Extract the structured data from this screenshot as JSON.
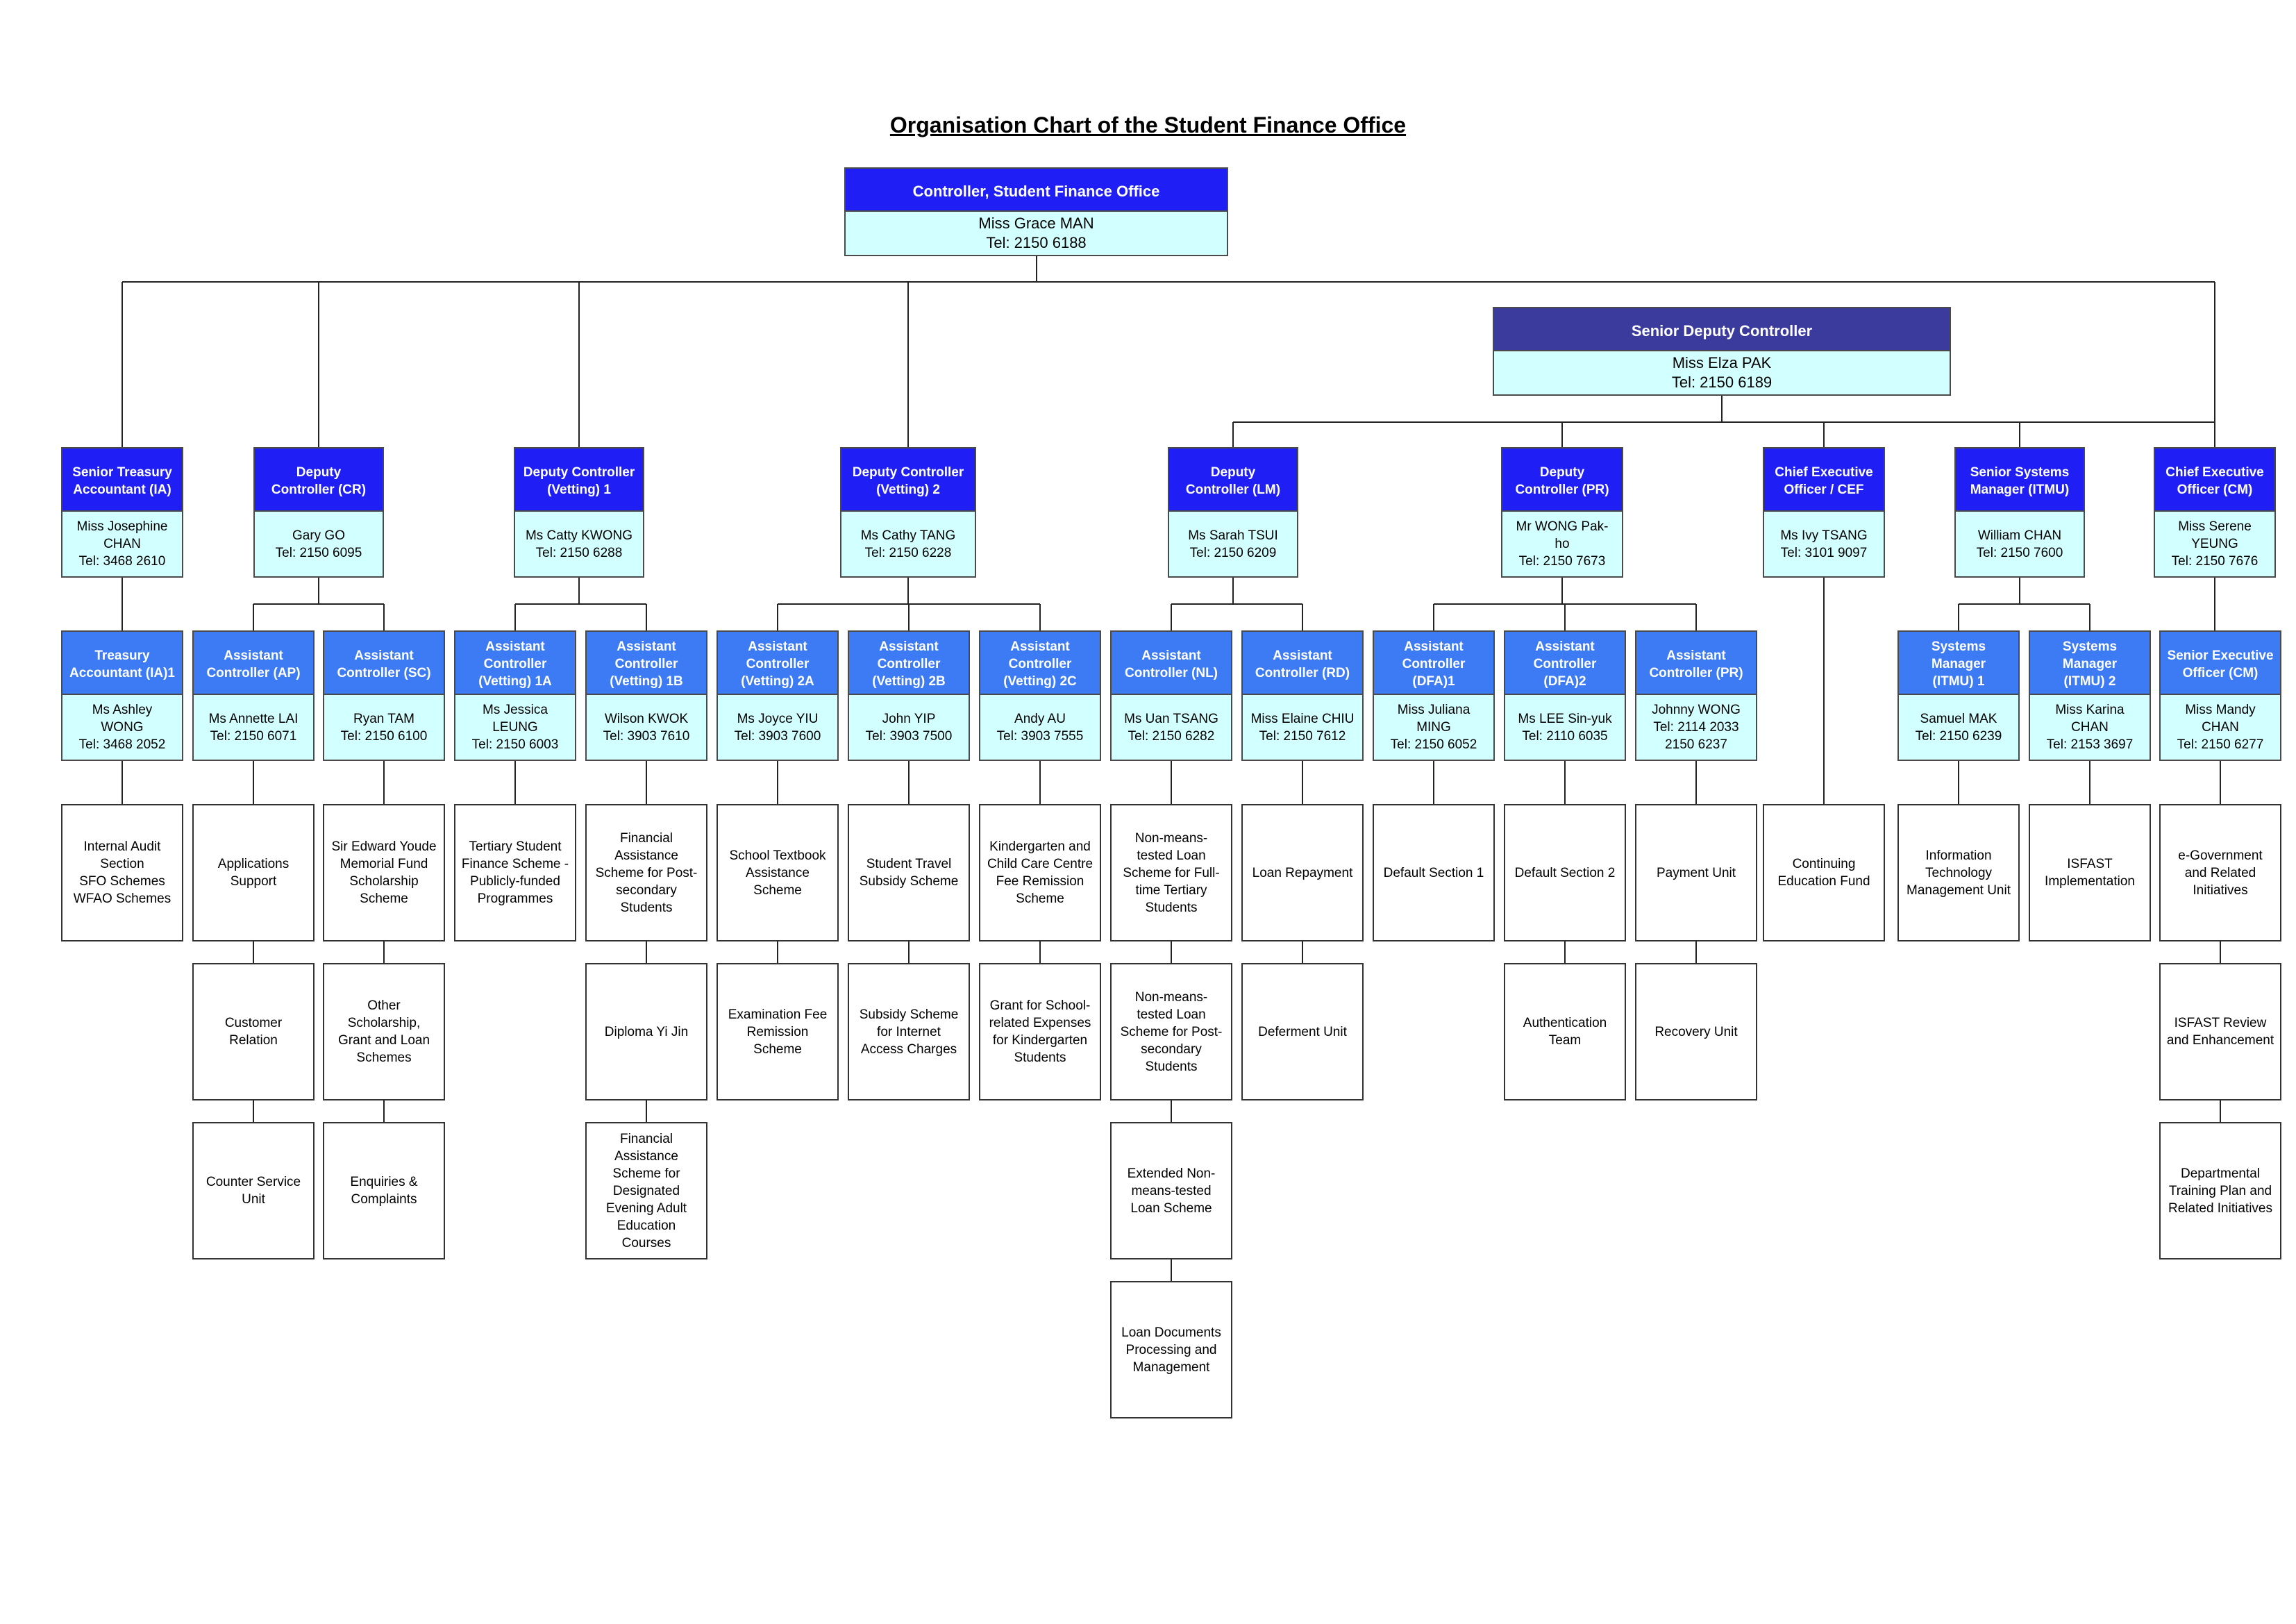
{
  "title": "Organisation Chart of the Student Finance Office",
  "controller": {
    "title": "Controller, Student Finance Office",
    "name": "Miss Grace MAN\nTel: 2150 6188"
  },
  "sdc": {
    "title": "Senior Deputy Controller",
    "name": "Miss Elza PAK\nTel: 2150 6189"
  },
  "level2": [
    {
      "title": "Senior Treasury\nAccountant (IA)",
      "name": "Miss Josephine\nCHAN\nTel: 3468 2610"
    },
    {
      "title": "Deputy\nController (CR)",
      "name": "Gary GO\nTel: 2150 6095"
    },
    {
      "title": "Deputy Controller\n(Vetting) 1",
      "name": "Ms Catty KWONG\nTel: 2150 6288"
    },
    {
      "title": "Deputy Controller\n(Vetting) 2",
      "name": "Ms Cathy TANG\nTel: 2150 6228"
    },
    {
      "title": "Deputy\nController (LM)",
      "name": "Ms Sarah TSUI\nTel: 2150 6209"
    },
    {
      "title": "Deputy\nController (PR)",
      "name": "Mr WONG Pak-\nho\nTel: 2150 7673"
    },
    {
      "title": "Chief Executive\nOfficer / CEF",
      "name": "Ms Ivy TSANG\nTel: 3101 9097"
    },
    {
      "title": "Senior Systems\nManager (ITMU)",
      "name": "William CHAN\nTel: 2150 7600"
    },
    {
      "title": "Chief Executive\nOfficer (CM)",
      "name": "Miss Serene\nYEUNG\nTel: 2150 7676"
    }
  ],
  "level3": [
    {
      "title": "Treasury\nAccountant (IA)1",
      "name": "Ms Ashley\nWONG\nTel: 3468 2052"
    },
    {
      "title": "Assistant\nController (AP)",
      "name": "Ms Annette LAI\nTel: 2150 6071"
    },
    {
      "title": "Assistant\nController (SC)",
      "name": "Ryan TAM\nTel: 2150 6100"
    },
    {
      "title": "Assistant\nController\n(Vetting) 1A",
      "name": "Ms Jessica\nLEUNG\nTel: 2150 6003"
    },
    {
      "title": "Assistant\nController\n(Vetting) 1B",
      "name": "Wilson KWOK\nTel: 3903 7610"
    },
    {
      "title": "Assistant\nController\n(Vetting) 2A",
      "name": "Ms Joyce YIU\nTel: 3903 7600"
    },
    {
      "title": "Assistant\nController\n(Vetting) 2B",
      "name": "John YIP\nTel: 3903 7500"
    },
    {
      "title": "Assistant\nController\n(Vetting) 2C",
      "name": "Andy AU\nTel: 3903 7555"
    },
    {
      "title": "Assistant\nController (NL)",
      "name": "Ms Uan TSANG\nTel: 2150 6282"
    },
    {
      "title": "Assistant\nController (RD)",
      "name": "Miss Elaine CHIU\nTel: 2150 7612"
    },
    {
      "title": "Assistant\nController\n(DFA)1",
      "name": "Miss Juliana\nMING\nTel: 2150 6052"
    },
    {
      "title": "Assistant\nController\n(DFA)2",
      "name": "Ms LEE Sin-yuk\nTel: 2110 6035"
    },
    {
      "title": "Assistant\nController (PR)",
      "name": "Johnny WONG\nTel: 2114 2033\n2150 6237"
    },
    {
      "title": "Systems\nManager\n(ITMU) 1",
      "name": "Samuel MAK\nTel: 2150 6239"
    },
    {
      "title": "Systems\nManager\n(ITMU) 2",
      "name": "Miss Karina\nCHAN\nTel: 2153 3697"
    },
    {
      "title": "Senior Executive\nOfficer (CM)",
      "name": "Miss Mandy\nCHAN\nTel: 2150 6277"
    }
  ],
  "units": [
    "Internal Audit\nSection\nSFO Schemes\nWFAO Schemes",
    "Applications\nSupport",
    "Customer\nRelation",
    "Counter Service\nUnit",
    "Sir Edward Youde\nMemorial Fund\nScholarship\nScheme",
    "Other\nScholarship,\nGrant and Loan\nSchemes",
    "Enquiries &\nComplaints",
    "Tertiary Student\nFinance Scheme -\nPublicly-funded\nProgrammes",
    "Financial\nAssistance\nScheme for Post-\nsecondary\nStudents",
    "Diploma Yi Jin",
    "Financial\nAssistance\nScheme for\nDesignated\nEvening Adult\nEducation\nCourses",
    "School Textbook\nAssistance\nScheme",
    "Examination Fee\nRemission\nScheme",
    "Student Travel\nSubsidy Scheme",
    "Subsidy Scheme\nfor Internet\nAccess Charges",
    "Kindergarten and\nChild Care Centre\nFee Remission\nScheme",
    "Grant for School-\nrelated Expenses\nfor Kindergarten\nStudents",
    "Non-means-\ntested Loan\nScheme for Full-\ntime Tertiary\nStudents",
    "Non-means-\ntested Loan\nScheme for Post-\nsecondary\nStudents",
    "Extended Non-\nmeans-tested\nLoan Scheme",
    "Loan Documents\nProcessing and\nManagement",
    "Loan Repayment",
    "Deferment Unit",
    "Default Section 1",
    "Default Section 2",
    "Authentication\nTeam",
    "Payment Unit",
    "Recovery Unit",
    "Continuing\nEducation Fund",
    "Information\nTechnology\nManagement Unit",
    "ISFAST\nImplementation",
    "e-Government\nand Related\nInitiatives",
    "ISFAST Review\nand Enhancement",
    "Departmental\nTraining Plan and\nRelated Initiatives"
  ]
}
